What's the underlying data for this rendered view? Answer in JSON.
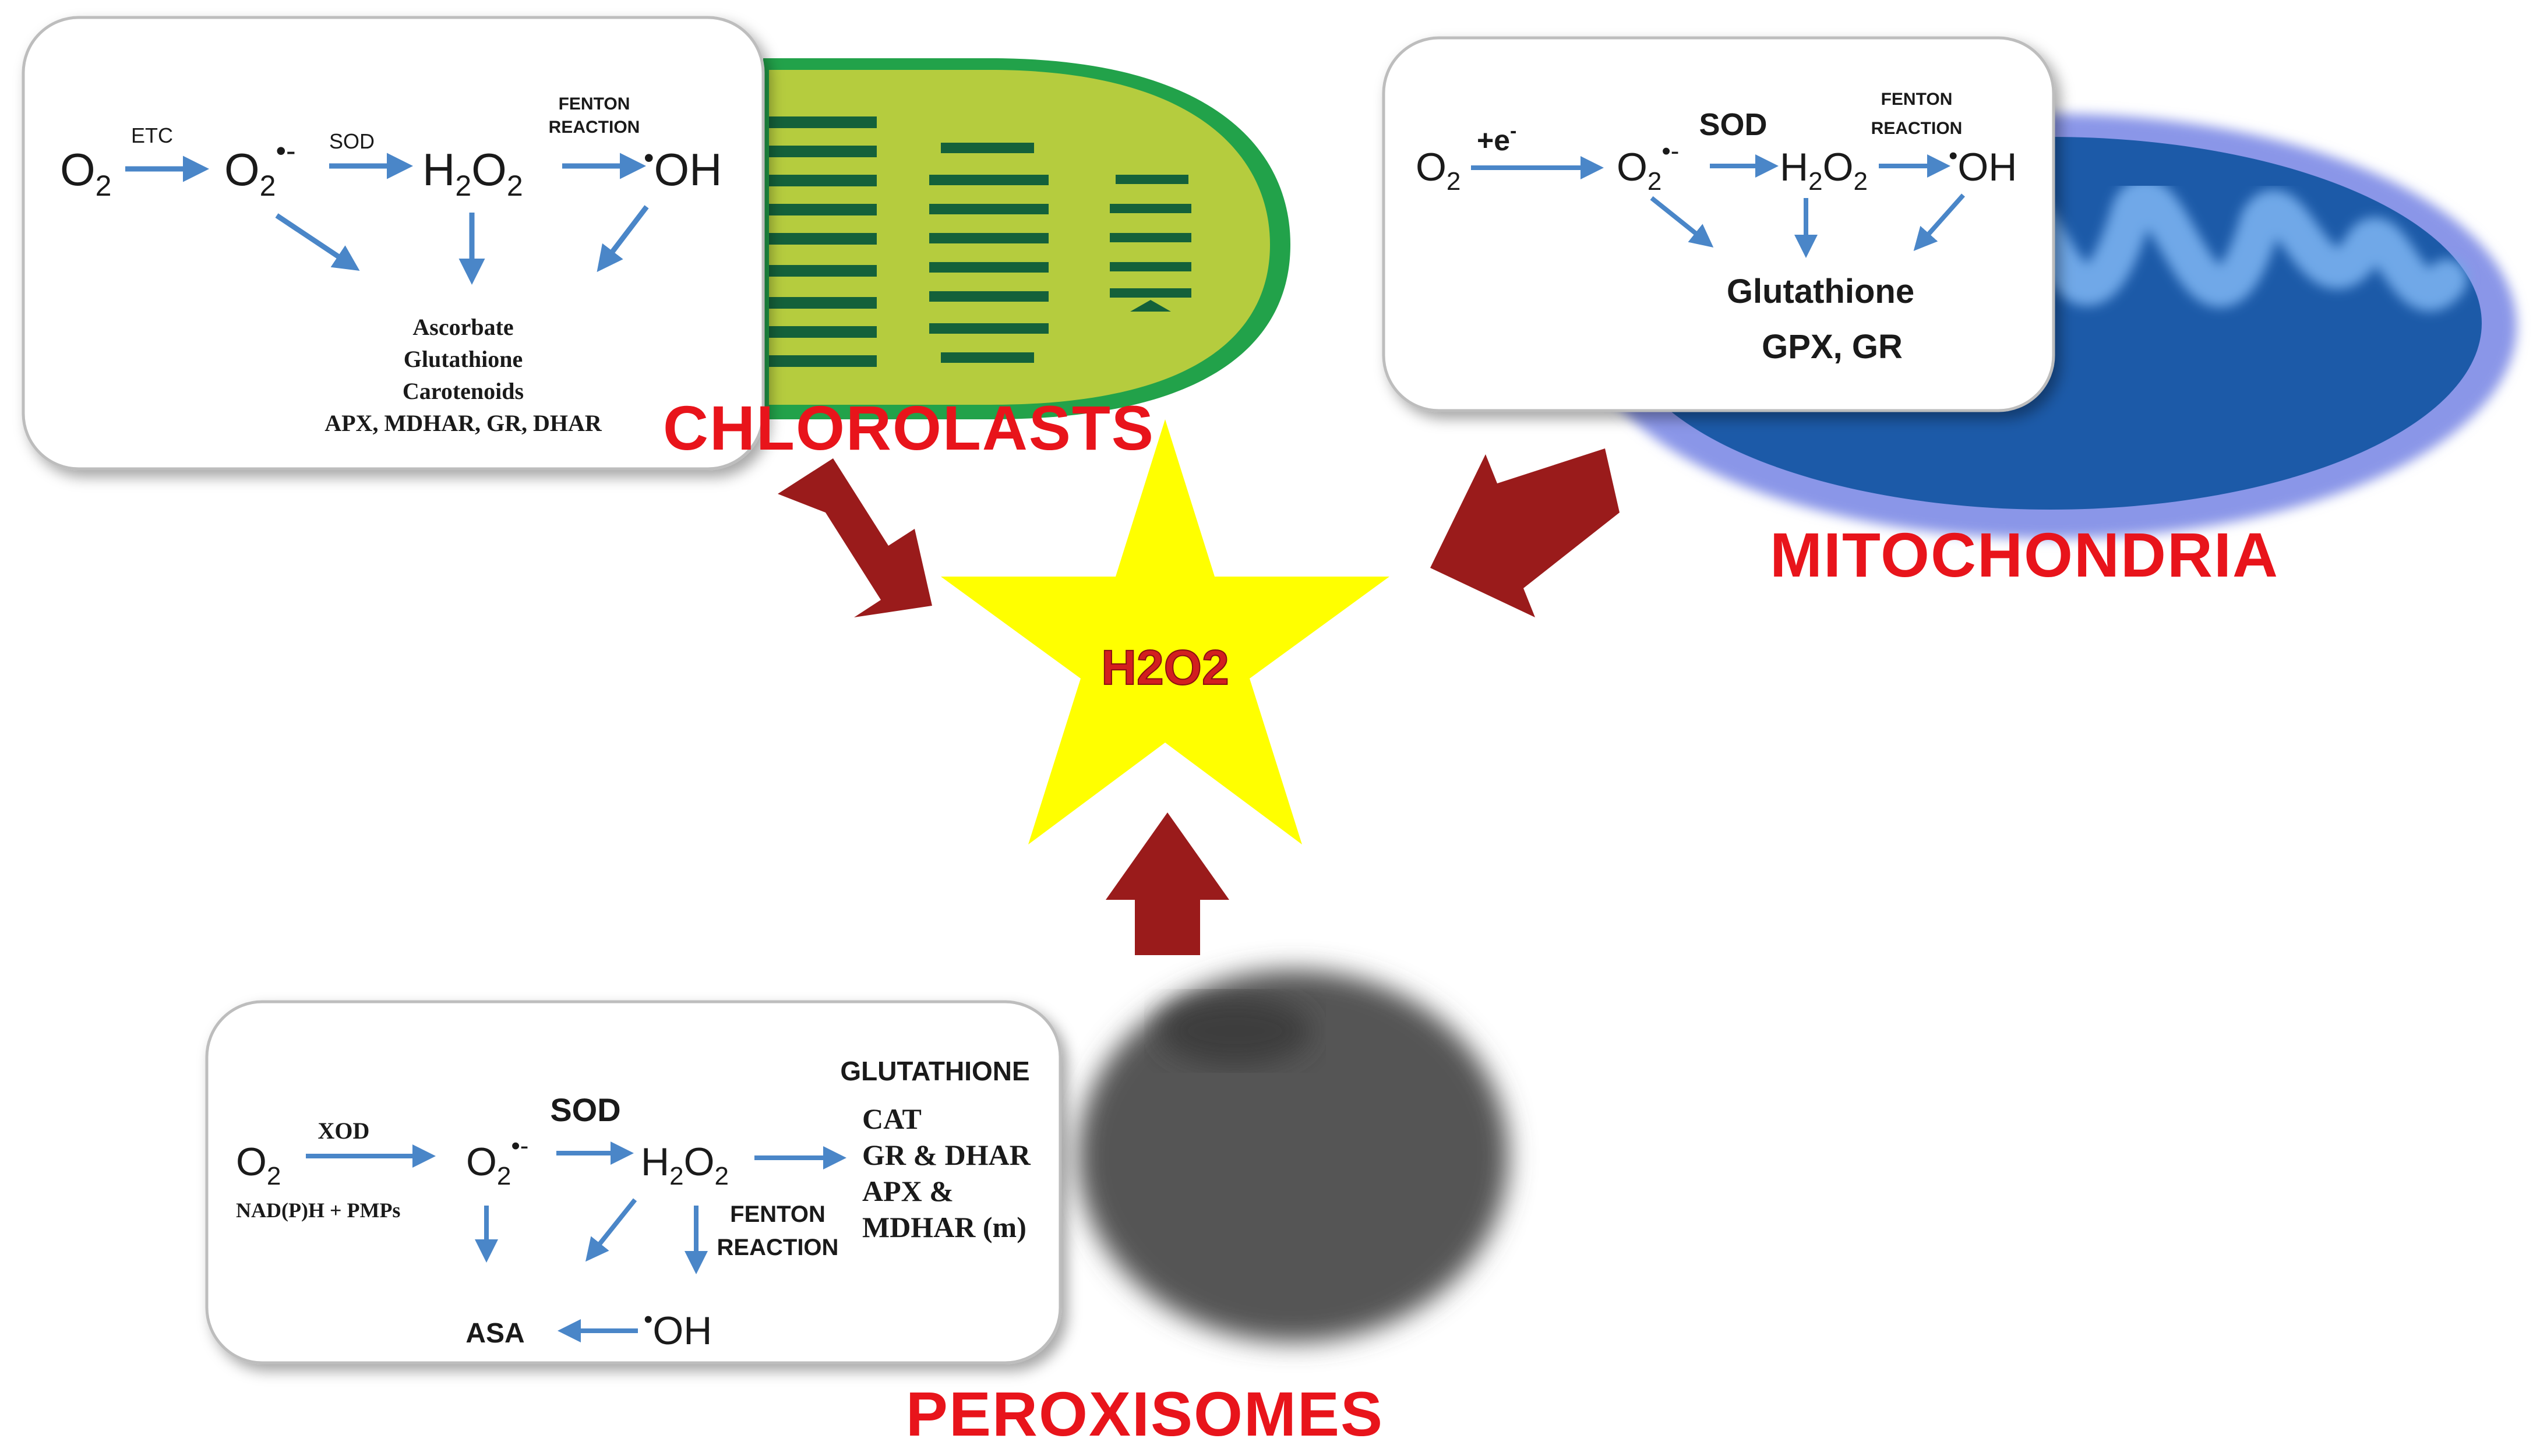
{
  "center": {
    "label": "H2O2",
    "color_star": "#ffff00",
    "color_text": "#d21f1f"
  },
  "arrow_color": "#9a1b1b",
  "flow_arrow_color": "#4a86c8",
  "chloroplasts": {
    "title": "CHLOROLASTS",
    "o2": "O",
    "etc": "ETC",
    "sod": "SOD",
    "fenton_1": "FENTON",
    "fenton_2": "REACTION",
    "superoxide": "O",
    "h2o2": "H",
    "oh": "OH",
    "antioxidants": [
      "Ascorbate",
      "Glutathione",
      "Carotenoids",
      "APX, MDHAR, GR, DHAR"
    ]
  },
  "mitochondria": {
    "title": "MITOCHONDRIA",
    "o2": "O",
    "electron": "+e",
    "sod": "SOD",
    "fenton_1": "FENTON",
    "fenton_2": "REACTION",
    "superoxide": "O",
    "h2o2": "H",
    "oh": "OH",
    "antioxidant_1": "Glutathione",
    "antioxidant_2": "GPX, GR"
  },
  "peroxisomes": {
    "title": "PEROXISOMES",
    "o2": "O",
    "xod": "XOD",
    "nadph": "NAD(P)H + PMPs",
    "sod": "SOD",
    "superoxide": "O",
    "h2o2": "H",
    "fenton_1": "FENTON",
    "fenton_2": "REACTION",
    "oh": "OH",
    "asa": "ASA",
    "glutathione": "GLUTATHIONE",
    "enzymes": [
      "CAT",
      "GR & DHAR",
      "APX &",
      "MDHAR (m)"
    ]
  }
}
